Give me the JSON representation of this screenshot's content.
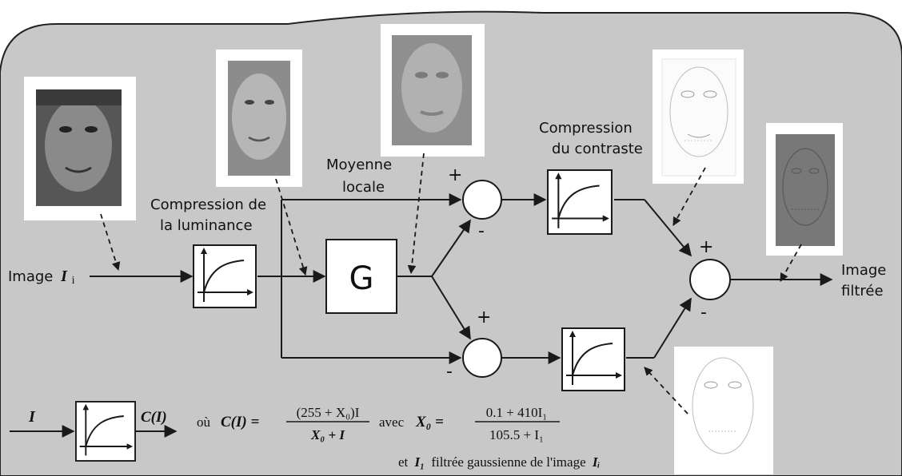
{
  "diagram": {
    "labels": {
      "input": "Image",
      "input_var": "I",
      "input_sub": "i",
      "lum_compression_1": "Compression de",
      "lum_compression_2": "la luminance",
      "local_mean_1": "Moyenne",
      "local_mean_2": "locale",
      "contrast_compression_1": "Compression",
      "contrast_compression_2": "du contraste",
      "output_1": "Image",
      "output_2": "filtrée",
      "gaussian_block": "G"
    },
    "signs": {
      "top_sum_plus": "+",
      "top_sum_minus": "-",
      "bottom_sum_plus": "+",
      "bottom_sum_minus": "-",
      "output_sum_plus": "+",
      "output_sum_minus": "-"
    },
    "legend": {
      "input": "I",
      "output": "C(I)",
      "ou": "où",
      "lhs": "C(I) =",
      "frac1_num": "(255 + X₀)I",
      "frac1_den": "X₀ + I",
      "avec": "avec",
      "x0_lhs": "X₀ =",
      "frac2_num": "0.1 + 410I₁",
      "frac2_den": "105.5 + I₁",
      "note_et": "et",
      "note_i1": "I₁",
      "note_text": "filtrée gaussienne de l'image",
      "note_ii": "Iᵢ"
    },
    "colors": {
      "background": "#c9c8c8",
      "line": "#1a1a1a",
      "block_fill": "#ffffff",
      "photo_frame": "#ffffff"
    }
  }
}
